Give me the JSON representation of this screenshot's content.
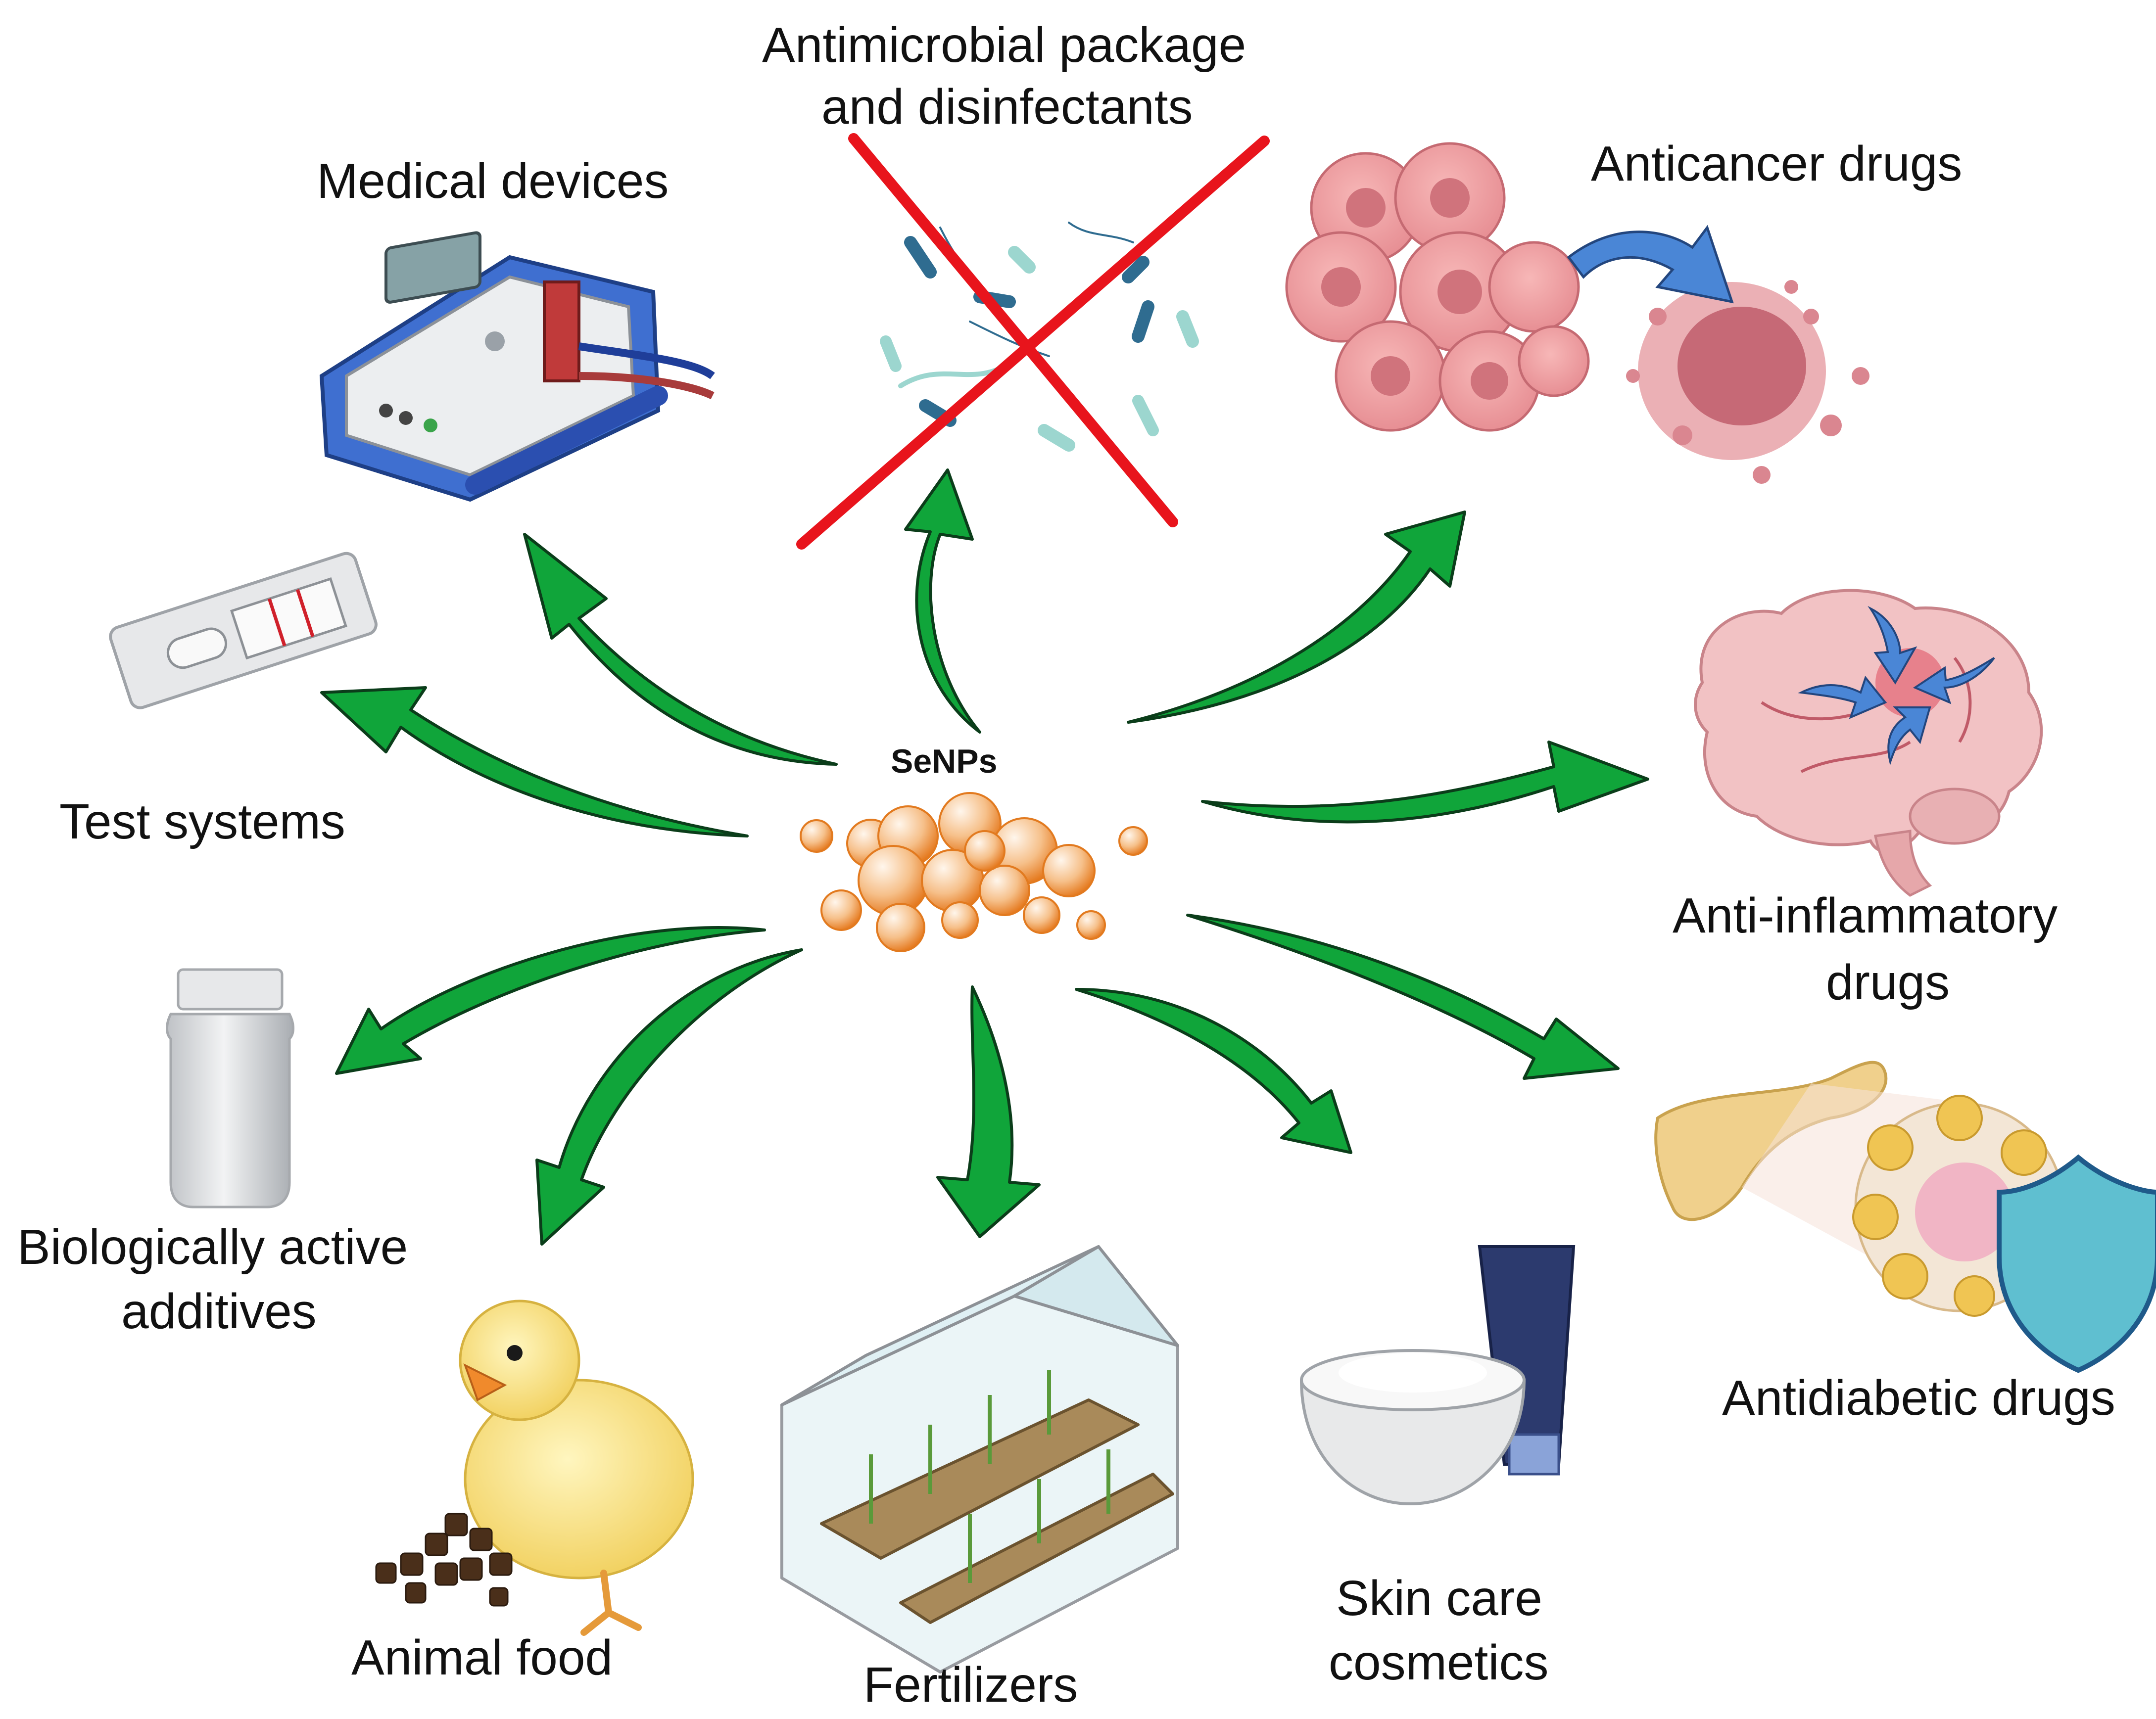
{
  "center": {
    "label": "SeNPs"
  },
  "applications": {
    "medical_devices": "Medical devices",
    "antimicrobial_line1": "Antimicrobial package",
    "antimicrobial_line2": "and disinfectants",
    "anticancer": "Anticancer drugs",
    "test_systems": "Test systems",
    "anti_inflammatory_line1": "Anti-inflammatory",
    "anti_inflammatory_line2": "drugs",
    "biologically_active_line1": "Biologically active",
    "biologically_active_line2": "additives",
    "antidiabetic": "Antidiabetic drugs",
    "animal_food": "Animal food",
    "fertilizers": "Fertilizers",
    "skin_care_line1": "Skin care",
    "skin_care_line2": "cosmetics"
  },
  "colors": {
    "arrow_fill": "#10a53a",
    "arrow_stroke": "#0b3d1a",
    "nanoparticle": "#f08a2c",
    "cross": "#e8141c",
    "blue_arrow": "#4a86d6"
  }
}
